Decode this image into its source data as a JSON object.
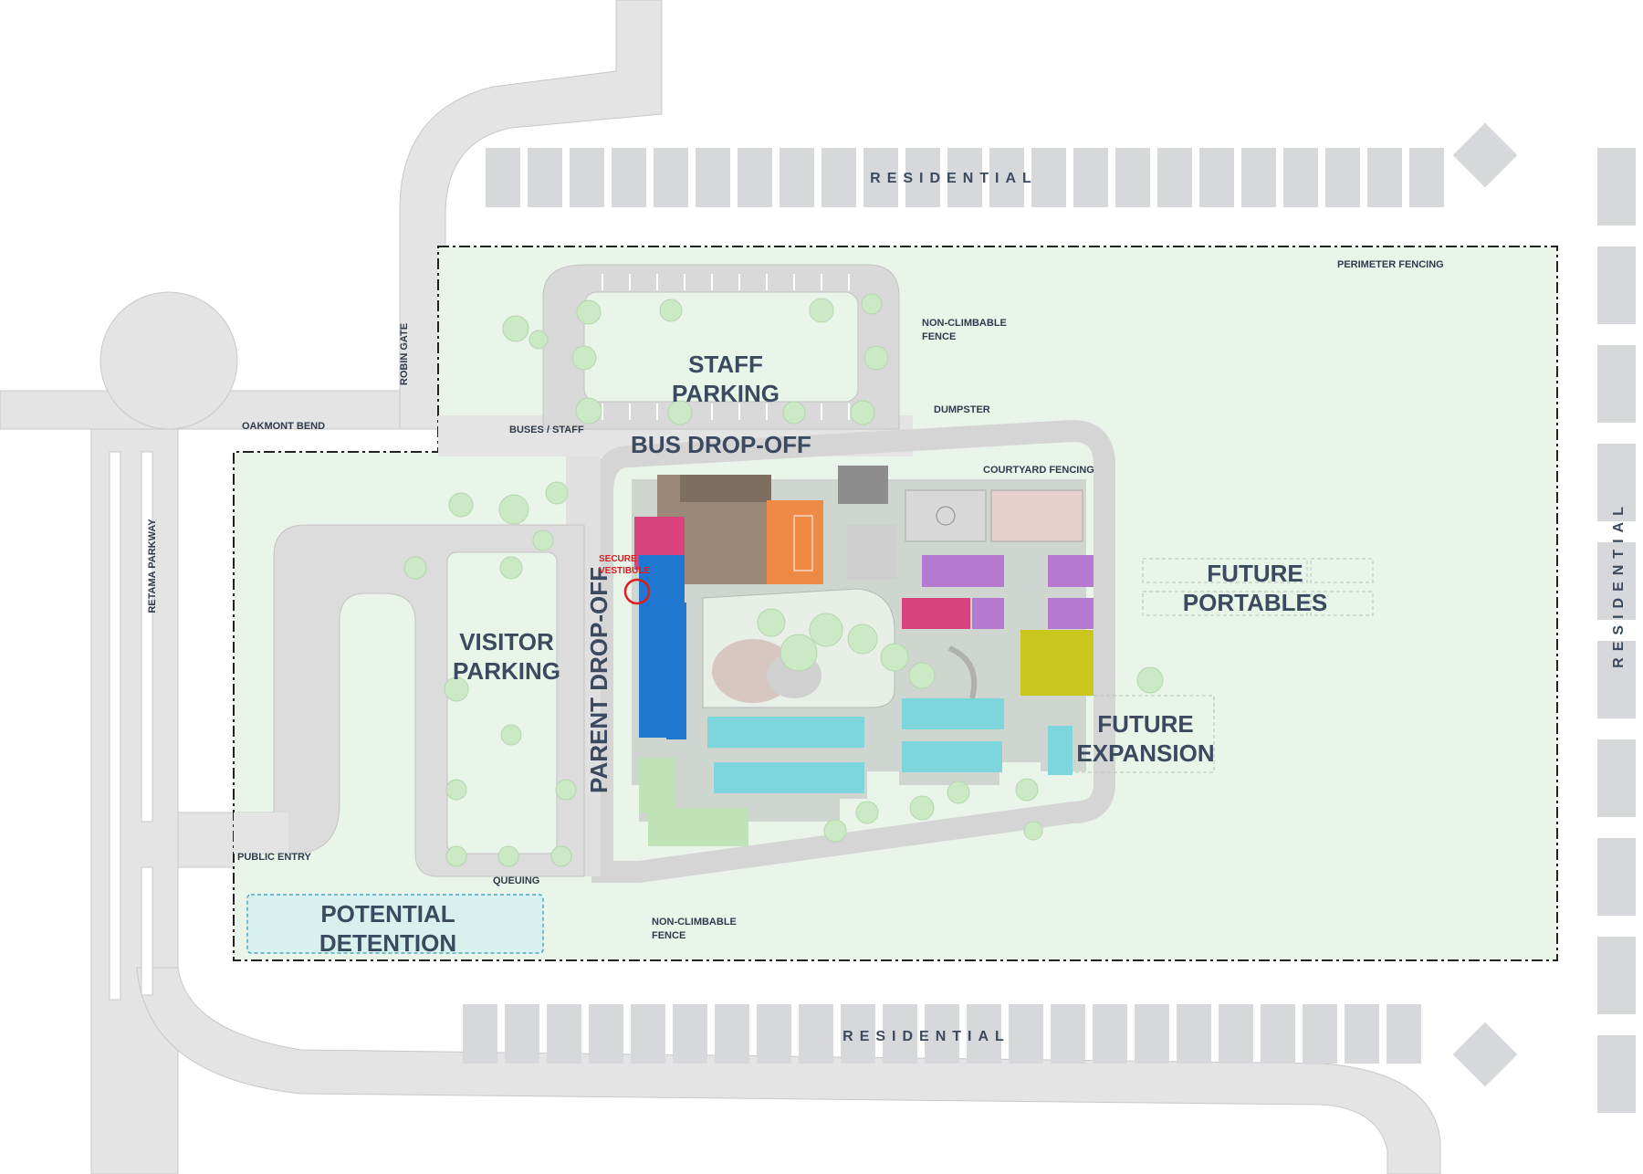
{
  "labels": {
    "staff_parking": [
      "STAFF",
      "PARKING"
    ],
    "bus_dropoff": "BUS DROP-OFF",
    "visitor_parking": [
      "VISITOR",
      "PARKING"
    ],
    "parent_dropoff": "PARENT DROP-OFF",
    "future_portables": [
      "FUTURE",
      "PORTABLES"
    ],
    "future_expansion": [
      "FUTURE",
      "EXPANSION"
    ],
    "potential_detention": [
      "POTENTIAL",
      "DETENTION"
    ],
    "residential_top": "RESIDENTIAL",
    "residential_bottom": "RESIDENTIAL",
    "residential_right": "RESIDENTIAL",
    "perimeter_fencing": "PERIMETER FENCING",
    "non_climbable_fence_top": [
      "NON-CLIMBABLE",
      "FENCE"
    ],
    "non_climbable_fence_bottom": [
      "NON-CLIMBABLE",
      "FENCE"
    ],
    "dumpster": "DUMPSTER",
    "courtyard_fencing": "COURTYARD FENCING",
    "buses_staff": "BUSES / STAFF",
    "oakmont_bend": "OAKMONT BEND",
    "robin_gate": "ROBIN GATE",
    "retama_parkway": "RETAMA PARKWAY",
    "public_entry": "PUBLIC ENTRY",
    "queuing": "QUEUING",
    "secure_vestibule": [
      "SECURE",
      "VESTIBULE"
    ]
  },
  "colors": {
    "site_green": "#eaf5ea",
    "road_gray": "#e4e4e4",
    "lot_gray": "#d7d7d7",
    "house_gray": "#d6d8db",
    "text_navy": "#3b4a5e",
    "accent_red": "#d81e1e",
    "classroom_cyan": "#7dd6dc",
    "admin_blue": "#1f77d0",
    "purple": "#b57ad0",
    "magenta": "#d9437d",
    "orange": "#ee8a45",
    "brown": "#9c8878",
    "olive": "#c9c61c",
    "light_green": "#bfe3b6",
    "detention_fill": "#d8f0ee"
  }
}
